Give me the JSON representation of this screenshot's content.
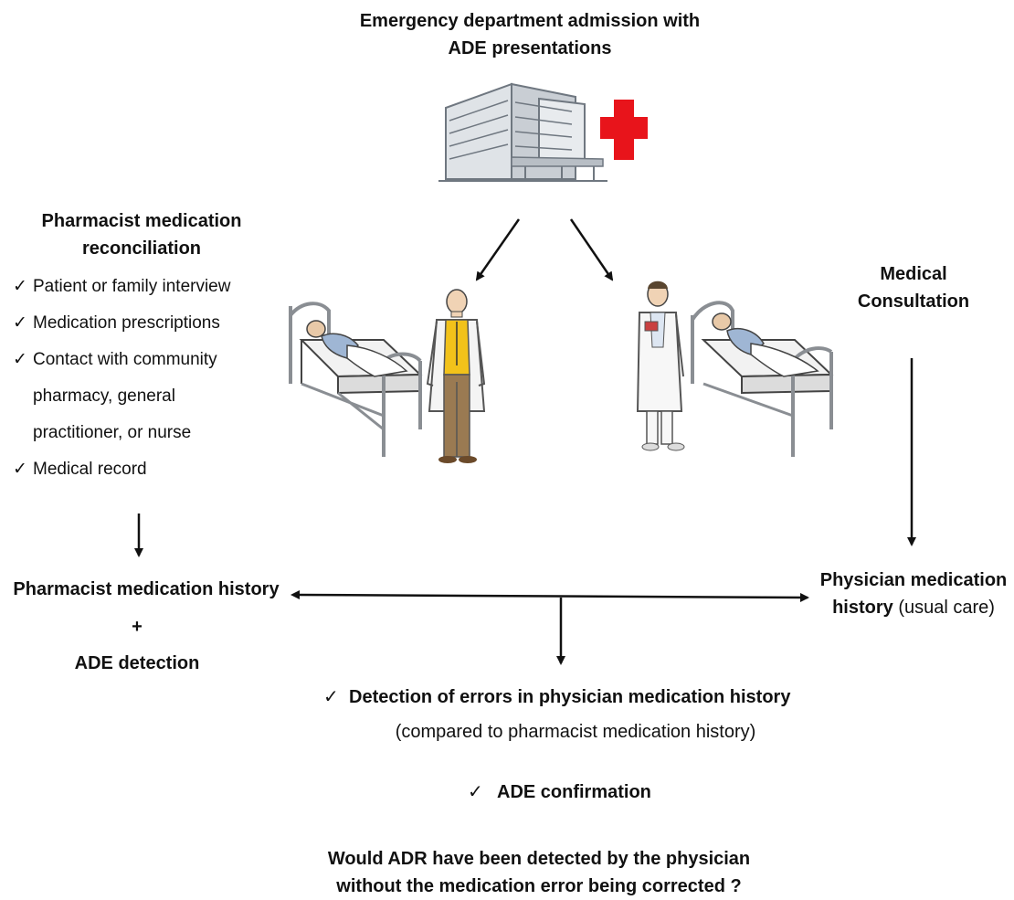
{
  "top": {
    "title_line1": "Emergency department admission with",
    "title_line2": "ADE presentations"
  },
  "left": {
    "title_line1": "Pharmacist medication",
    "title_line2": "reconciliation",
    "check_mark": "✓",
    "items": [
      "Patient or family interview",
      "Medication prescriptions",
      "Contact with community",
      "pharmacy, general",
      "practitioner, or nurse",
      "Medical record"
    ],
    "history_label": "Pharmacist medication history",
    "plus": "+",
    "detection_label": "ADE detection"
  },
  "right": {
    "title_line1": "Medical",
    "title_line2": "Consultation",
    "history_line1": "Physician medication",
    "history_line2_bold": "history",
    "history_line2_normal": "(usual care)"
  },
  "bottom": {
    "check_mark": "✓",
    "errors_label": "Detection of errors in physician medication history",
    "errors_note": "(compared to pharmacist medication history)",
    "confirm_label": "ADE confirmation",
    "question_line1": "Would ADR have been detected by the physician",
    "question_line2": "without the medication error being corrected ?"
  },
  "colors": {
    "cross": "#e8141b",
    "building": "#c9ced4",
    "building_dark": "#6f7780",
    "coat": "#f4f4f4",
    "shirt_yellow": "#f2c21a",
    "pants": "#9a7a52",
    "bed_frame": "#8a8e93",
    "patient_gown": "#9fb6d4"
  },
  "icons": [
    "hospital-building-icon",
    "red-cross-icon",
    "pharmacist-figure-icon",
    "physician-figure-icon",
    "hospital-bed-icon"
  ]
}
